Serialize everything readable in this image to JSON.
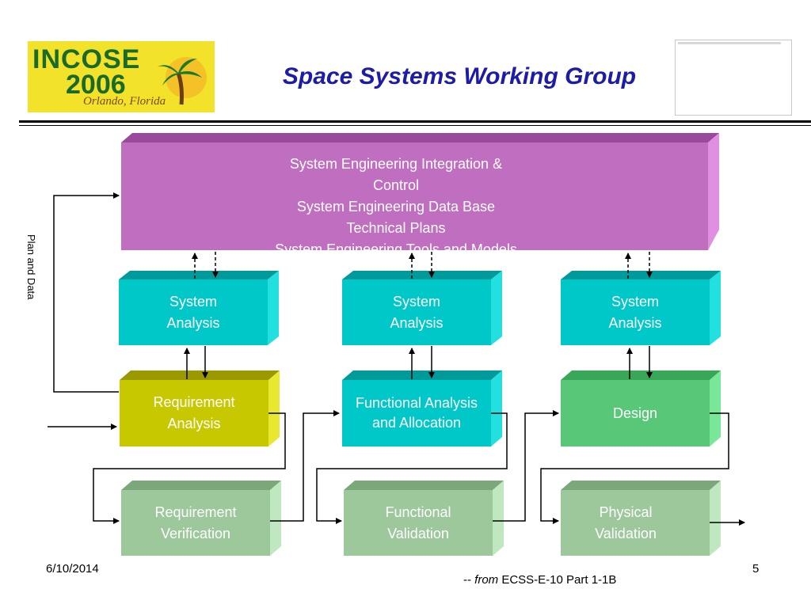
{
  "header": {
    "logo_line1": "INCOSE",
    "logo_line2": "2006",
    "logo_line3": "Orlando, Florida",
    "title": "Space Systems Working Group"
  },
  "side_label": "Plan and Data",
  "top_box": {
    "lines": "System Engineering Integration &\nControl\nSystem Engineering Data Base\nTechnical Plans\nSystem Engineering Tools and Models",
    "color": "#c06ec0"
  },
  "columns": [
    {
      "analysis": "System\nAnalysis",
      "process": "Requirement\nAnalysis",
      "process_color": "#c8c800",
      "validation": "Requirement\nVerification"
    },
    {
      "analysis": "System\nAnalysis",
      "process": "Functional Analysis\nand  Allocation",
      "process_color": "#00c8c8",
      "validation": "Functional\nValidation"
    },
    {
      "analysis": "System\nAnalysis",
      "process": "Design",
      "process_color": "#58c878",
      "validation": "Physical\nValidation"
    }
  ],
  "colors": {
    "analysis": "#00c8c8",
    "validation": "#9cc89c"
  },
  "footer": {
    "date": "6/10/2014",
    "page": "5",
    "source_prefix": "-- ",
    "source_from": "from",
    "source_rest": " ECSS-E-10 Part 1-1B"
  }
}
